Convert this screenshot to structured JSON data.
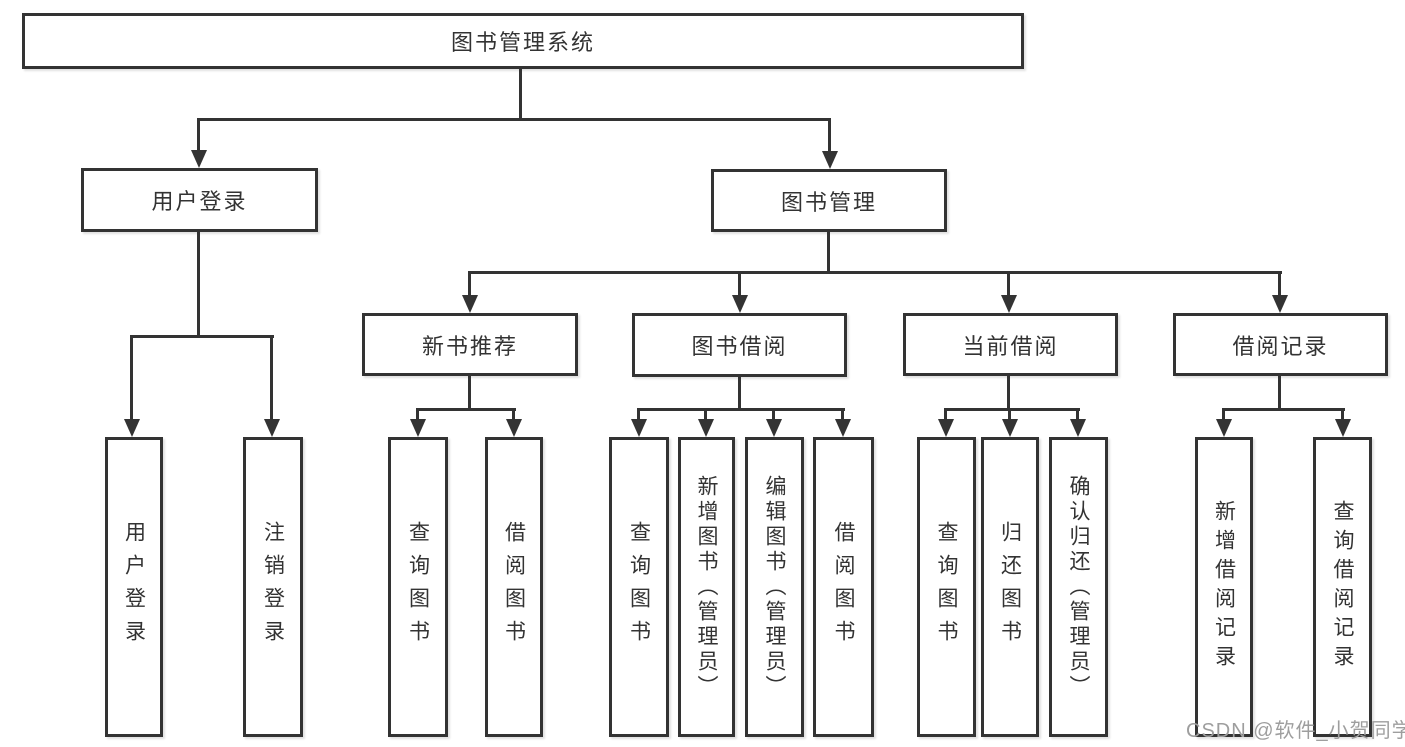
{
  "diagram": {
    "root": {
      "label": "图书管理系统"
    },
    "level1": [
      {
        "label": "用户登录"
      },
      {
        "label": "图书管理"
      }
    ],
    "level2": [
      {
        "label": "新书推荐"
      },
      {
        "label": "图书借阅"
      },
      {
        "label": "当前借阅"
      },
      {
        "label": "借阅记录"
      }
    ],
    "leaves": {
      "user_login": [
        "用户登录",
        "注销登录"
      ],
      "new_book_recommend": [
        "查询图书",
        "借阅图书"
      ],
      "book_borrow": [
        "查询图书",
        "新增图书（管理员）",
        "编辑图书（管理员）",
        "借阅图书"
      ],
      "current_borrow": [
        "查询图书",
        "归还图书",
        "确认归还（管理员）"
      ],
      "borrow_records": [
        "新增借阅记录",
        "查询借阅记录"
      ]
    }
  },
  "watermark": {
    "text": "CSDN @软件_小贺同学"
  },
  "colors": {
    "line": "#333333",
    "text": "#333333",
    "watermark": "#9e9e9e",
    "background": "#ffffff"
  }
}
